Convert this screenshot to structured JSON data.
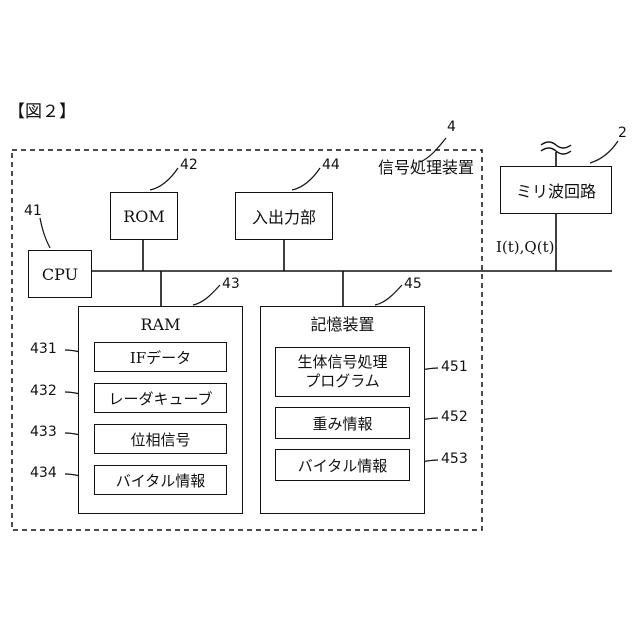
{
  "figure_label": "【図２】",
  "system": {
    "ref": "4",
    "label": "信号処理装置"
  },
  "mmwave": {
    "ref": "2",
    "label": "ミリ波回路",
    "signal": "I(t),Q(t)"
  },
  "cpu": {
    "ref": "41",
    "label": "CPU"
  },
  "rom": {
    "ref": "42",
    "label": "ROM"
  },
  "io": {
    "ref": "44",
    "label": "入出力部"
  },
  "ram": {
    "ref": "43",
    "label": "RAM",
    "items": [
      {
        "ref": "431",
        "label": "IFデータ"
      },
      {
        "ref": "432",
        "label": "レーダキューブ"
      },
      {
        "ref": "433",
        "label": "位相信号"
      },
      {
        "ref": "434",
        "label": "バイタル情報"
      }
    ]
  },
  "storage": {
    "ref": "45",
    "label": "記憶装置",
    "items": [
      {
        "ref": "451",
        "line1": "生体信号処理",
        "line2": "プログラム"
      },
      {
        "ref": "452",
        "label": "重み情報"
      },
      {
        "ref": "453",
        "label": "バイタル情報"
      }
    ]
  }
}
